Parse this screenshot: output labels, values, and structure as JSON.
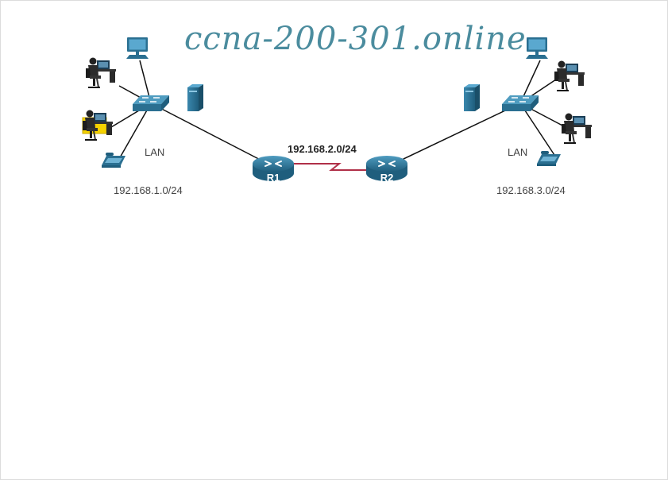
{
  "watermark": "ccna-200-301.online",
  "left_lan": {
    "label": "LAN",
    "network": "192.168.1.0/24"
  },
  "right_lan": {
    "label": "LAN",
    "network": "192.168.3.0/24"
  },
  "wan": {
    "network": "192.168.2.0/24"
  },
  "routers": {
    "r1": "R1",
    "r2": "R2"
  },
  "colors": {
    "device_blue": "#2a6f91",
    "device_blue_light": "#4f9cc0",
    "serial_link": "#b03048",
    "watermark": "#4b8c9e",
    "highlight_yellow": "#f5d200"
  }
}
